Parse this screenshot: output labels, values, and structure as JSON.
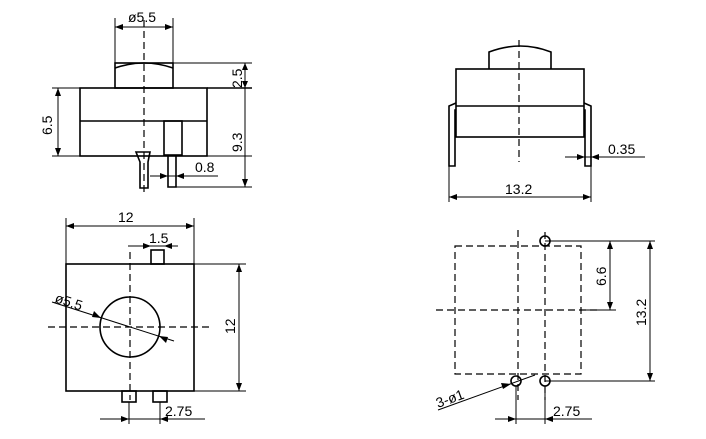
{
  "views": {
    "front": {
      "dim_button_diameter": "ø5.5",
      "dim_button_height": "2.5",
      "dim_body_height": "6.5",
      "dim_total_height": "9.3",
      "dim_pin_width": "0.8"
    },
    "side": {
      "dim_width": "13.2",
      "dim_pin_thickness": "0.35"
    },
    "top": {
      "dim_width": "12",
      "dim_tab_width": "1.5",
      "dim_button_diameter": "ø5.5",
      "dim_height": "12",
      "dim_pin_pitch": "2.75"
    },
    "footprint": {
      "dim_hole_spacing": "6.6",
      "dim_overall": "13.2",
      "dim_holes": "3-ø1",
      "dim_pitch": "2.75"
    }
  }
}
